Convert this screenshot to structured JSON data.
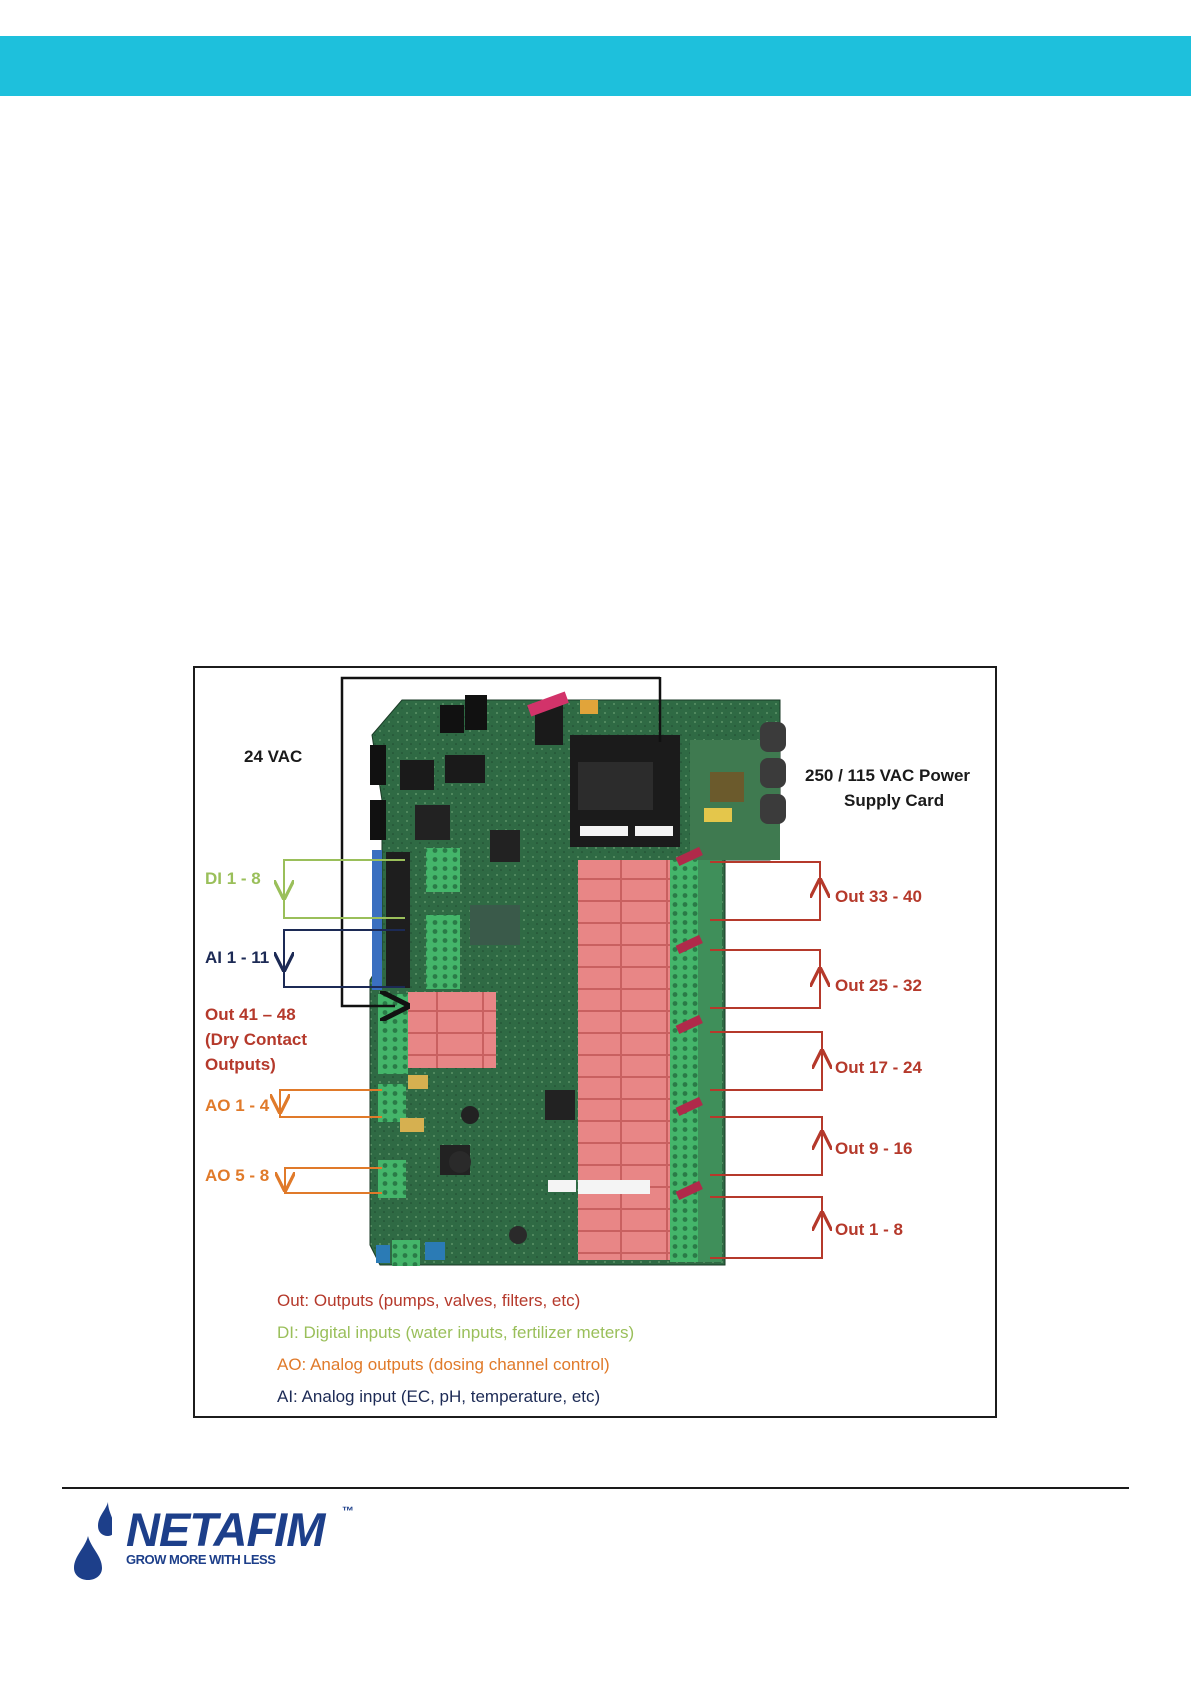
{
  "labels": {
    "vac24": "24 VAC",
    "power_line1": "250 / 115 VAC Power",
    "power_line2": "Supply Card",
    "di": "DI 1 - 8",
    "ai": "AI 1 - 11",
    "out41_line1": "Out 41 – 48",
    "out41_line2": "(Dry Contact",
    "out41_line3": "Outputs)",
    "ao1": "AO 1 -  4",
    "ao5": "AO 5 -  8",
    "out33": "Out 33 - 40",
    "out25": "Out 25 - 32",
    "out17": "Out 17 - 24",
    "out9": "Out 9 - 16",
    "out1": "Out 1 - 8"
  },
  "legend": [
    {
      "abbr": "Out:",
      "text": " Outputs (pumps, valves, filters, etc)"
    },
    {
      "abbr": "DI:",
      "text": " Digital inputs (water inputs, fertilizer meters)"
    },
    {
      "abbr": "AO:",
      "text": " Analog outputs (dosing channel control)"
    },
    {
      "abbr": "AI:",
      "text": " Analog input (EC, pH, temperature, etc)"
    }
  ],
  "logo": {
    "brand": "NETAFIM",
    "tm": "™",
    "tagline": "GROW MORE WITH LESS"
  },
  "colors": {
    "header_band": "#1ec0dc",
    "out": "#b5392b",
    "di": "#9abf5a",
    "ao": "#e07a2a",
    "ai": "#1c2a55",
    "brand": "#1d3f8a"
  }
}
